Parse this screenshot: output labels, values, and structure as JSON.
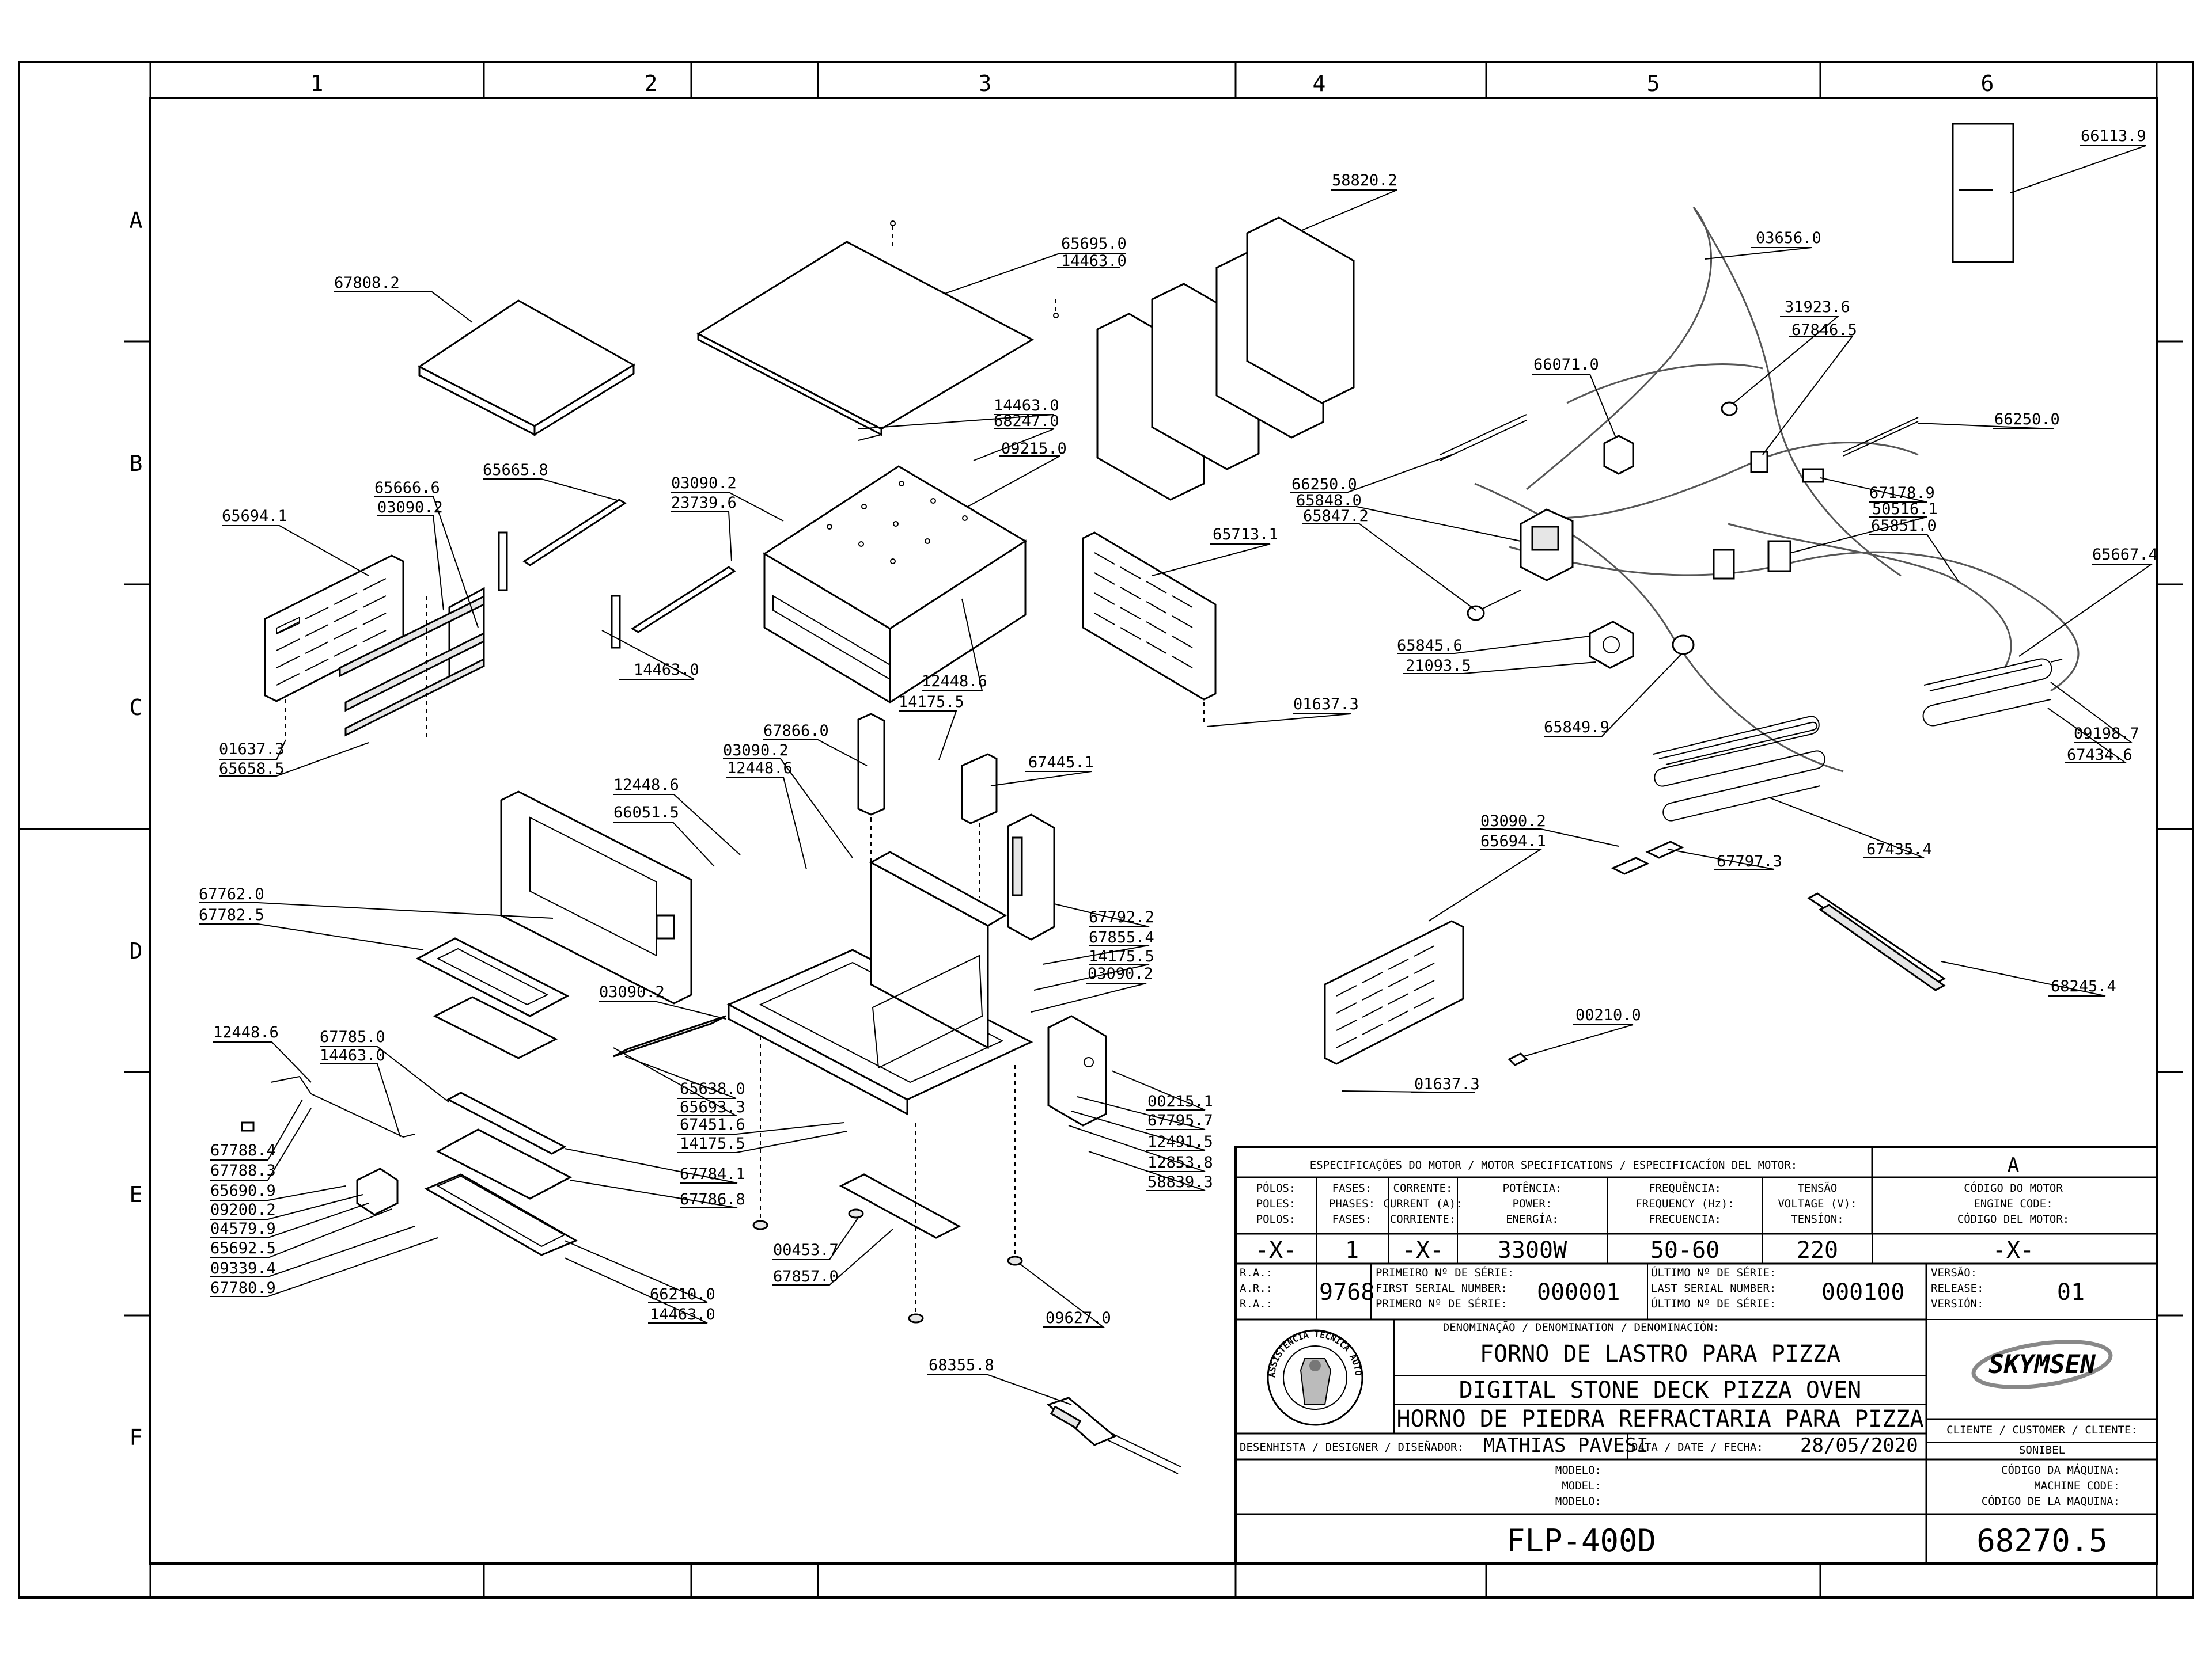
{
  "grid": {
    "columns": [
      "1",
      "2",
      "3",
      "4",
      "5",
      "6"
    ],
    "rows": [
      "A",
      "B",
      "C",
      "D",
      "E",
      "F"
    ]
  },
  "part_numbers": [
    "67808.2",
    "65695.0",
    "14463.0",
    "58820.2",
    "03656.0",
    "31923.6",
    "67846.5",
    "66071.0",
    "66250.0",
    "66250.0",
    "65848.0",
    "65847.2",
    "66113.9",
    "14463.0",
    "68247.0",
    "09215.0",
    "03090.2",
    "23739.6",
    "65666.6",
    "65665.8",
    "03090.2",
    "65694.1",
    "65713.1",
    "67178.9",
    "50516.1",
    "65851.0",
    "65667.4",
    "14463.0",
    "12448.6",
    "14175.5",
    "65845.6",
    "21093.5",
    "01637.3",
    "01637.3",
    "65658.5",
    "65849.9",
    "09198.7",
    "67434.6",
    "67866.0",
    "03090.2",
    "12448.6",
    "67445.1",
    "12448.6",
    "66051.5",
    "03090.2",
    "65694.1",
    "67797.3",
    "67435.4",
    "67762.0",
    "67782.5",
    "67792.2",
    "67855.4",
    "14175.5",
    "03090.2",
    "68245.4",
    "03090.2",
    "00210.0",
    "01637.3",
    "12448.6",
    "67785.0",
    "14463.0",
    "65638.0",
    "65693.3",
    "67451.6",
    "14175.5",
    "00215.1",
    "67795.7",
    "12491.5",
    "12853.8",
    "58839.3",
    "67784.1",
    "67786.8",
    "67788.4",
    "67788.3",
    "65690.9",
    "09200.2",
    "04579.9",
    "65692.5",
    "09339.4",
    "67780.9",
    "00453.7",
    "67857.0",
    "66210.0",
    "14463.0",
    "09627.0",
    "68355.8"
  ],
  "title_block": {
    "motor_spec_header": "ESPECIFICAÇÕES DO MOTOR / MOTOR SPECIFICATIONS / ESPECIFICACÍON DEL MOTOR:",
    "revision": "A",
    "poles_label": [
      "PÓLOS:",
      "POLES:",
      "POLOS:"
    ],
    "phases_label": [
      "FASES:",
      "PHASES:",
      "FASES:"
    ],
    "current_label": [
      "CORRENTE:",
      "CURRENT (A):",
      "CORRIENTE:"
    ],
    "power_label": [
      "POTÊNCIA:",
      "POWER:",
      "ENERGÍA:"
    ],
    "frequency_label": [
      "FREQUÊNCIA:",
      "FREQUENCY (Hz):",
      "FRECUENCIA:"
    ],
    "voltage_label": [
      "TENSÃO",
      "VOLTAGE (V):",
      "TENSÍON:"
    ],
    "engine_code_label": [
      "CÓDIGO DO MOTOR",
      "ENGINE CODE:",
      "CÓDIGO DEL MOTOR:"
    ],
    "poles": "-X-",
    "phases": "1",
    "current": "-X-",
    "power": "3300W",
    "frequency": "50-60",
    "voltage": "220",
    "engine_code": "-X-",
    "ra_label": [
      "R.A.:",
      "A.R.:",
      "R.A.:"
    ],
    "ra": "9768",
    "first_serial_label": [
      "PRIMEIRO Nº DE SÉRIE:",
      "FIRST SERIAL NUMBER:",
      "PRIMERO Nº DE SÉRIE:"
    ],
    "first_serial": "000001",
    "last_serial_label": [
      "ÚLTIMO Nº DE SÉRIE:",
      "LAST SERIAL NUMBER:",
      "ÚLTIMO Nº DE SÉRIE:"
    ],
    "last_serial": "000100",
    "version_label": [
      "VERSÃO:",
      "RELEASE:",
      "VERSIÓN:"
    ],
    "version": "01",
    "denomination_label": "DENOMINAÇÃO / DENOMINATION / DENOMINACIÓN:",
    "name_pt": "FORNO DE LASTRO PARA PIZZA",
    "name_en": "DIGITAL STONE DECK PIZZA OVEN",
    "name_es": "HORNO DE PIEDRA REFRACTARIA PARA PIZZA",
    "brand": "SKYMSEN",
    "seal_text": "ASSISTÊNCIA TÉCNICA AUTORIZADA",
    "client_label": "CLIENTE / CUSTOMER / CLIENTE:",
    "client": "SONIBEL",
    "designer_label": "DESENHISTA / DESIGNER / DISEÑADOR:",
    "designer": "MATHIAS PAVESI",
    "date_label": "DATA / DATE / FECHA:",
    "date": "28/05/2020",
    "model_label": [
      "MODELO:",
      "MODEL:",
      "MODELO:"
    ],
    "machine_code_label": [
      "CÓDIGO DA MÁQUINA:",
      "MACHINE CODE:",
      "CÓDIGO DE LA MAQUINA:"
    ],
    "model": "FLP-400D",
    "machine_code": "68270.5"
  }
}
